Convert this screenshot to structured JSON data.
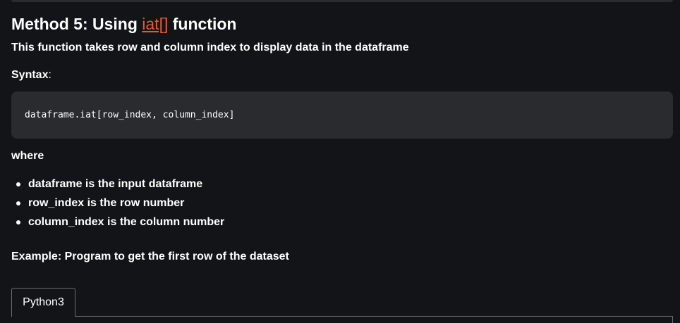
{
  "heading": {
    "prefix": "Method 5: Using ",
    "link_text": "iat[]",
    "suffix": " function"
  },
  "description": "This function takes row and column index to display data in the dataframe",
  "syntax": {
    "label": "Syntax",
    "colon": ":"
  },
  "code": "dataframe.iat[row_index, column_index]",
  "where_label": "where",
  "bullets": [
    "dataframe is the input dataframe",
    "row_index is the row number",
    "column_index is the column number"
  ],
  "example": {
    "label": "Example",
    "text": ": Program to get the first row of the dataset"
  },
  "tabs": [
    {
      "label": "Python3",
      "active": true
    }
  ],
  "colors": {
    "background": "#131417",
    "code_background": "#2a2b2e",
    "link": "#e35b32",
    "text": "#ffffff"
  }
}
